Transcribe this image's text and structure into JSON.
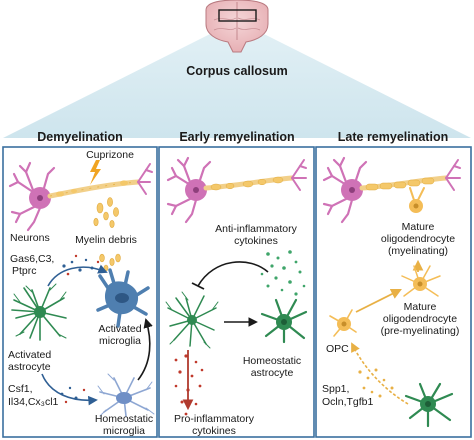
{
  "top": {
    "region_label": "Corpus callosum"
  },
  "panels": [
    {
      "title": "Demyelination",
      "labels": {
        "toxin": "Cuprizone",
        "neurons": "Neurons",
        "debris": "Myelin debris",
        "signals_top_1": "Gas6,C3,",
        "signals_top_2": "Ptprc",
        "activated_microglia_1": "Activated",
        "activated_microglia_2": "microglia",
        "activated_astrocyte_1": "Activated",
        "activated_astrocyte_2": "astrocyte",
        "signals_bottom_1": "Csf1,",
        "signals_bottom_2": "Il34,Cx₃cl1",
        "homeostatic_microglia_1": "Homeostatic",
        "homeostatic_microglia_2": "microglia"
      }
    },
    {
      "title": "Early remyelination",
      "labels": {
        "anti_1": "Anti-inflammatory",
        "anti_2": "cytokines",
        "homeostatic_astrocyte_1": "Homeostatic",
        "homeostatic_astrocyte_2": "astrocyte",
        "pro_1": "Pro-inflammatory",
        "pro_2": "cytokines"
      }
    },
    {
      "title": "Late remyelination",
      "labels": {
        "mature_myel_1": "Mature",
        "mature_myel_2": "oligodendrocyte",
        "mature_myel_3": "(myelinating)",
        "mature_pre_1": "Mature",
        "mature_pre_2": "oligodendrocyte",
        "mature_pre_3": "(pre-myelinating)",
        "opc": "OPC",
        "factors_1": "Spp1,",
        "factors_2": "Ocln,Tgfb1"
      }
    }
  ],
  "colors": {
    "panel_border": "#3a6f9f",
    "wedge": "#cfe6ef",
    "neuron": "#cf72b6",
    "neuron_dark": "#8e3f7c",
    "axon": "#f2d08a",
    "myelin": "#f4c86a",
    "microglia_activated": "#4f7fb0",
    "microglia_homeostatic": "#8ea7d3",
    "astrocyte": "#2f8a52",
    "oligo": "#f4bd57",
    "anti_dots": "#3fa56a",
    "pro_dots": "#c0392b",
    "arrow_blue": "#2f5f94",
    "arrow_gold": "#e8b045",
    "bolt": "#f0a422"
  }
}
